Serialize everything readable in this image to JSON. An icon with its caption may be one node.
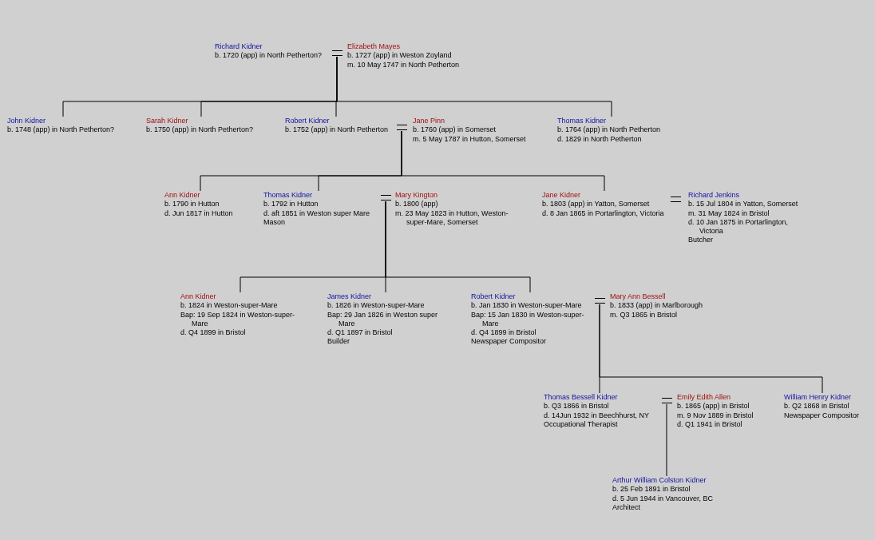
{
  "diagram": {
    "nodes": [
      {
        "text": [
          "Richard Kidner",
          "b. 1720 (app) in North Petherton?"
        ]
      },
      {
        "text": [],
        "shape": "bar"
      },
      {
        "text": [
          "Elizabeth Mayes",
          "b. 1727 (app) in Weston Zoyland",
          "m. 10 May 1747 in North Petherton"
        ]
      },
      {
        "text": [
          "John Kidner",
          "b. 1748 (app) in North Petherton?"
        ]
      },
      {
        "text": [
          "Sarah Kidner",
          "b. 1750 (app) in North Petherton?"
        ]
      },
      {
        "text": [
          "Robert Kidner",
          "b. 1752 (app) in North Petherton"
        ]
      },
      {
        "text": [],
        "shape": "bar"
      },
      {
        "text": [
          "Jane Pinn",
          "b. 1760 (app) in Somerset",
          "m. 5 May 1787 in Hutton, Somerset"
        ]
      },
      {
        "text": [
          "Thomas Kidner",
          "b. 1764 (app) in North Petherton",
          "d. 1829 in North Petherton"
        ]
      },
      {
        "text": [
          "Ann Kidner",
          "b. 1790 in Hutton",
          "d. Jun 1817 in Hutton"
        ]
      },
      {
        "text": [
          "Thomas Kidner",
          "b. 1792 in Hutton",
          "d. aft 1851 in Weston super Mare",
          "Mason"
        ]
      },
      {
        "text": [],
        "shape": "bar"
      },
      {
        "text": [
          "Mary Kington",
          "b. 1800 (app)",
          "m. 23 May 1823 in Hutton, Weston-super-Mare, Somerset"
        ]
      },
      {
        "text": [
          "Jane Kidner",
          "b. 1803 (app) in Yatton, Somerset",
          "d. 8 Jan 1865 in Portarlington, Victoria"
        ]
      },
      {
        "text": [],
        "shape": "bar"
      },
      {
        "text": [
          "Richard Jenkins",
          "b. 15 Jul 1804 in Yatton, Somerset",
          "m. 31 May 1824 in Bristol",
          "d. 10 Jan 1875 in Portarlington, Victoria",
          "Butcher"
        ]
      },
      {
        "text": [
          "Ann Kidner",
          "b. 1824 in Weston-super-Mare",
          "Bap: 19 Sep 1824 in Weston-super-Mare",
          "d. Q4 1899 in Bristol"
        ]
      },
      {
        "text": [
          "James Kidner",
          "b. 1826 in Weston-super-Mare",
          "Bap: 29 Jan 1826 in Weston super Mare",
          "d. Q1 1897 in Bristol",
          "Builder"
        ]
      },
      {
        "text": [
          "Robert Kidner",
          "b. Jan 1830 in Weston-super-Mare",
          "Bap: 15 Jan 1830 in Weston-super-Mare",
          "d. Q4 1899 in Bristol",
          "Newspaper Compositor"
        ]
      },
      {
        "text": [],
        "shape": "bar"
      },
      {
        "text": [
          "Mary Ann Bessell",
          "b. 1833 (app) in Marlborough",
          "m. Q3 1865 in Bristol"
        ]
      },
      {
        "text": [
          "Thomas Bessell Kidner",
          "b. Q3 1866 in Bristol",
          "d. 14Jun 1932 in Beechhurst, NY",
          "Occupational Therapist"
        ]
      },
      {
        "text": [],
        "shape": "bar"
      },
      {
        "text": [
          "Emily Edith Allen",
          "b. 1865 (app) in Bristol",
          "m. 9 Nov 1889 in Bristol",
          "d. Q1 1941 in Bristol"
        ]
      },
      {
        "text": [
          "William Henry Kidner",
          "b. Q2 1868 in Bristol",
          "Newspaper Compositor"
        ]
      },
      {
        "text": [
          "Arthur William Colston Kidner",
          "b. 25 Feb 1891 in Bristol",
          "d. 5 Jun 1944 in Vancouver, BC",
          "Architect"
        ]
      }
    ],
    "edges": [
      {
        "from": 1,
        "to": 3,
        "arrow": "none"
      },
      {
        "from": 1,
        "to": 4,
        "arrow": "none"
      },
      {
        "from": 1,
        "to": 5,
        "arrow": "none"
      },
      {
        "from": 1,
        "to": 8,
        "arrow": "none"
      },
      {
        "from": 6,
        "to": 9,
        "arrow": "none"
      },
      {
        "from": 6,
        "to": 10,
        "arrow": "none"
      },
      {
        "from": 6,
        "to": 13,
        "arrow": "none"
      },
      {
        "from": 11,
        "to": 16,
        "arrow": "none"
      },
      {
        "from": 11,
        "to": 17,
        "arrow": "none"
      },
      {
        "from": 11,
        "to": 18,
        "arrow": "none"
      },
      {
        "from": 19,
        "to": 21,
        "arrow": "none"
      },
      {
        "from": 19,
        "to": 24,
        "arrow": "none"
      },
      {
        "from": 22,
        "to": 25,
        "arrow": "none"
      }
    ]
  }
}
